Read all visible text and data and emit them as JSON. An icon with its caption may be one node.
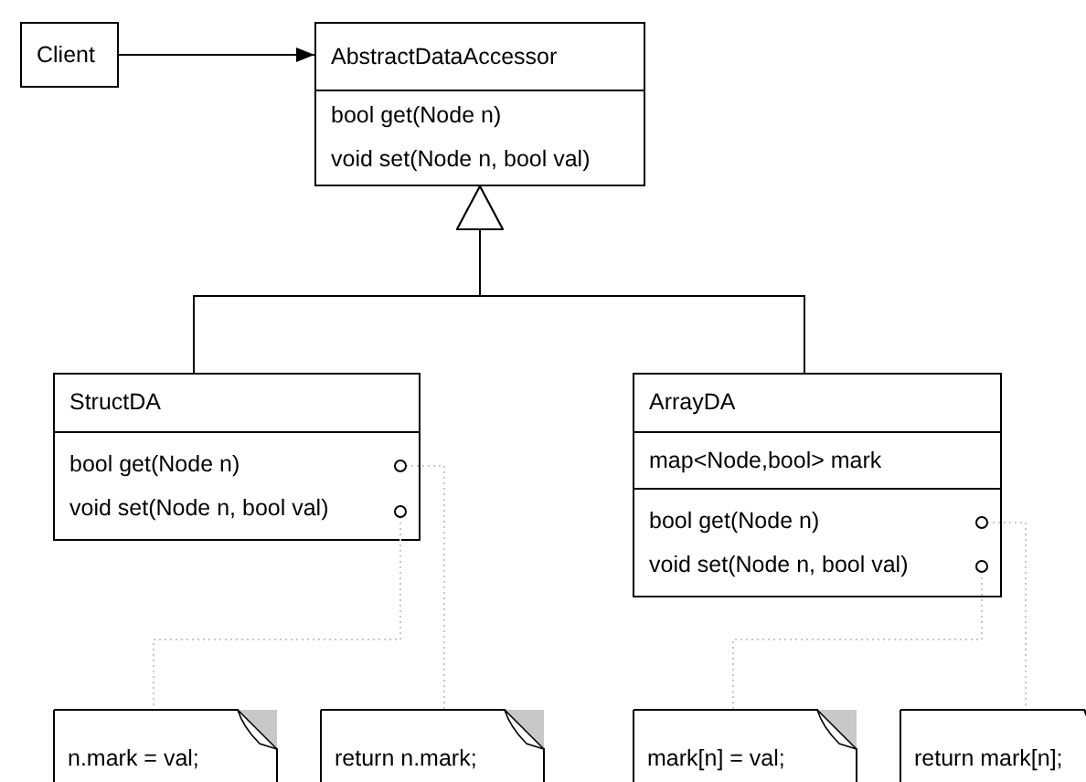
{
  "diagram": {
    "nodes": [
      {
        "text": [
          "Client"
        ]
      },
      {
        "text": [
          "AbstractDataAccessor",
          "bool get(Node n)",
          "void set(Node n, bool val)"
        ]
      },
      {
        "text": [
          "StructDA",
          "bool get(Node n)",
          "void set(Node n, bool val)"
        ]
      },
      {
        "text": [
          "ArrayDA",
          "map<Node,bool> mark",
          "bool get(Node n)",
          "void set(Node n, bool val)"
        ]
      },
      {
        "text": [
          "n.mark = val;"
        ]
      },
      {
        "text": [
          "return n.mark;"
        ]
      },
      {
        "text": [
          "mark[n] = val;"
        ]
      },
      {
        "text": [
          "return mark[n];"
        ]
      }
    ],
    "edges": [
      {
        "from": 0,
        "to": 1,
        "arrow": "to",
        "color": "#000000"
      },
      {
        "from": 2,
        "to": 1,
        "arrow": "to",
        "color": "#000000"
      },
      {
        "from": 3,
        "to": 1,
        "arrow": "to",
        "color": "#000000"
      },
      {
        "from": 2,
        "to": 4,
        "arrow": "other",
        "style": "dashed",
        "color": "#c8c8c8"
      },
      {
        "from": 2,
        "to": 5,
        "arrow": "other",
        "style": "dashed",
        "color": "#c8c8c8"
      },
      {
        "from": 3,
        "to": 6,
        "arrow": "other",
        "style": "dashed",
        "color": "#c8c8c8"
      },
      {
        "from": 3,
        "to": 7,
        "arrow": "other",
        "style": "dashed",
        "color": "#c8c8c8"
      }
    ]
  }
}
